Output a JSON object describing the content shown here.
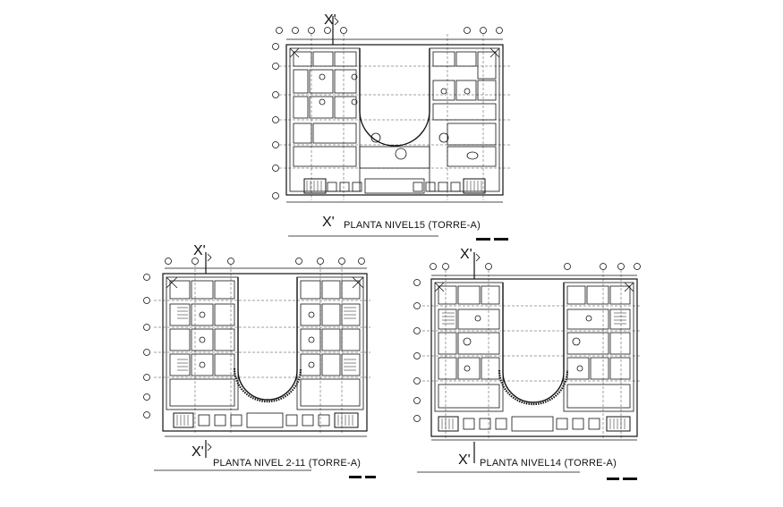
{
  "plans": [
    {
      "id": "nivel15",
      "title": "PLANTA NIVEL15 (TORRE-A)",
      "section_top": "X'",
      "section_bottom": "X'"
    },
    {
      "id": "nivel2_11",
      "title": "PLANTA NIVEL 2-11 (TORRE-A)",
      "section_top": "X'",
      "section_bottom": "X'"
    },
    {
      "id": "nivel14",
      "title": "PLANTA NIVEL14 (TORRE-A)",
      "section_top": "X'",
      "section_bottom": "X'"
    }
  ],
  "colors": {
    "line": "#111111",
    "background": "#ffffff"
  }
}
